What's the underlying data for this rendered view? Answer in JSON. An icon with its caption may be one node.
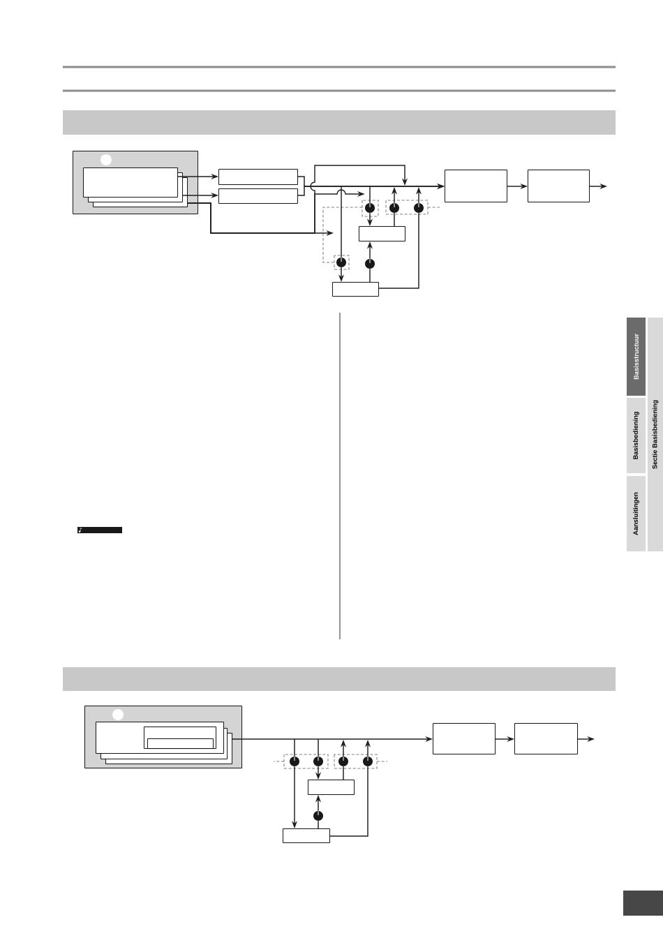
{
  "diagram": {
    "nodes": [
      {
        "text": [],
        "shape": "box"
      },
      {
        "text": [],
        "shape": "box",
        "in": 0
      },
      {
        "text": [],
        "shape": "box",
        "in": 0
      },
      {
        "text": [],
        "shape": "box",
        "in": 0
      },
      {
        "text": [],
        "shape": "box"
      },
      {
        "text": [],
        "shape": "box"
      },
      {
        "text": [],
        "shape": "box"
      },
      {
        "text": [],
        "shape": "box"
      },
      {
        "text": [],
        "shape": "box"
      },
      {
        "text": [],
        "shape": "box"
      },
      {
        "text": [],
        "shape": "circle"
      },
      {
        "text": [],
        "shape": "circle"
      },
      {
        "text": [],
        "shape": "circle"
      },
      {
        "text": [],
        "shape": "circle"
      },
      {
        "text": [],
        "shape": "circle"
      },
      {
        "text": [],
        "shape": "box"
      },
      {
        "text": [],
        "shape": "box",
        "in": 15
      },
      {
        "text": [],
        "shape": "box",
        "in": 15
      },
      {
        "text": [],
        "shape": "box",
        "in": 15
      },
      {
        "text": [],
        "shape": "box"
      },
      {
        "text": [],
        "shape": "box"
      },
      {
        "text": [],
        "shape": "box"
      },
      {
        "text": [],
        "shape": "box"
      },
      {
        "text": [],
        "shape": "box"
      },
      {
        "text": [],
        "shape": "box"
      },
      {
        "text": [],
        "shape": "circle"
      },
      {
        "text": [],
        "shape": "circle"
      },
      {
        "text": [],
        "shape": "circle"
      },
      {
        "text": [],
        "shape": "circle"
      },
      {
        "text": [],
        "shape": "circle"
      },
      {
        "text": [
          "Basisstructuur"
        ]
      },
      {
        "text": [
          "Basisbediening"
        ]
      },
      {
        "text": [
          "Aansluitingen"
        ]
      },
      {
        "text": [
          "Sectie Basisbediening"
        ]
      },
      {
        "text": [],
        "shape": "bar"
      },
      {
        "text": [],
        "shape": "bar"
      }
    ],
    "edges": [
      {
        "from": 1,
        "to": 4,
        "arrow": "to"
      },
      {
        "from": 2,
        "to": 5,
        "arrow": "to"
      },
      {
        "from": 3,
        "to": null,
        "arrow": "to"
      },
      {
        "from": 3,
        "to": 10,
        "arrow": "to"
      },
      {
        "from": 3,
        "to": null,
        "arrow": "to"
      },
      {
        "from": 4,
        "to": 6,
        "arrow": "to"
      },
      {
        "from": 5,
        "to": 6,
        "arrow": "to"
      },
      {
        "from": 6,
        "to": 7,
        "arrow": "to"
      },
      {
        "from": 7,
        "to": null,
        "arrow": "to"
      },
      {
        "from": null,
        "to": 10,
        "arrow": "none"
      },
      {
        "from": 10,
        "to": 8,
        "arrow": "to"
      },
      {
        "from": 8,
        "to": 11,
        "arrow": "none"
      },
      {
        "from": 11,
        "to": null,
        "arrow": "to"
      },
      {
        "from": 9,
        "to": 12,
        "arrow": "none"
      },
      {
        "from": 12,
        "to": null,
        "arrow": "to"
      },
      {
        "from": 9,
        "to": 14,
        "arrow": "none"
      },
      {
        "from": 14,
        "to": 8,
        "arrow": "to"
      },
      {
        "from": null,
        "to": 13,
        "arrow": "none"
      },
      {
        "from": 13,
        "to": 9,
        "arrow": "to"
      },
      {
        "from": 18,
        "to": 21,
        "arrow": "to"
      },
      {
        "from": 21,
        "to": 22,
        "arrow": "to"
      },
      {
        "from": 22,
        "to": null,
        "arrow": "to"
      },
      {
        "from": null,
        "to": 25,
        "arrow": "none"
      },
      {
        "from": 25,
        "to": 24,
        "arrow": "to"
      },
      {
        "from": null,
        "to": 26,
        "arrow": "none"
      },
      {
        "from": 26,
        "to": 23,
        "arrow": "to"
      },
      {
        "from": 23,
        "to": 27,
        "arrow": "none"
      },
      {
        "from": 27,
        "to": null,
        "arrow": "to"
      },
      {
        "from": 24,
        "to": 28,
        "arrow": "none"
      },
      {
        "from": 28,
        "to": null,
        "arrow": "to"
      },
      {
        "from": 24,
        "to": 29,
        "arrow": "none"
      },
      {
        "from": 29,
        "to": 23,
        "arrow": "to"
      }
    ]
  }
}
